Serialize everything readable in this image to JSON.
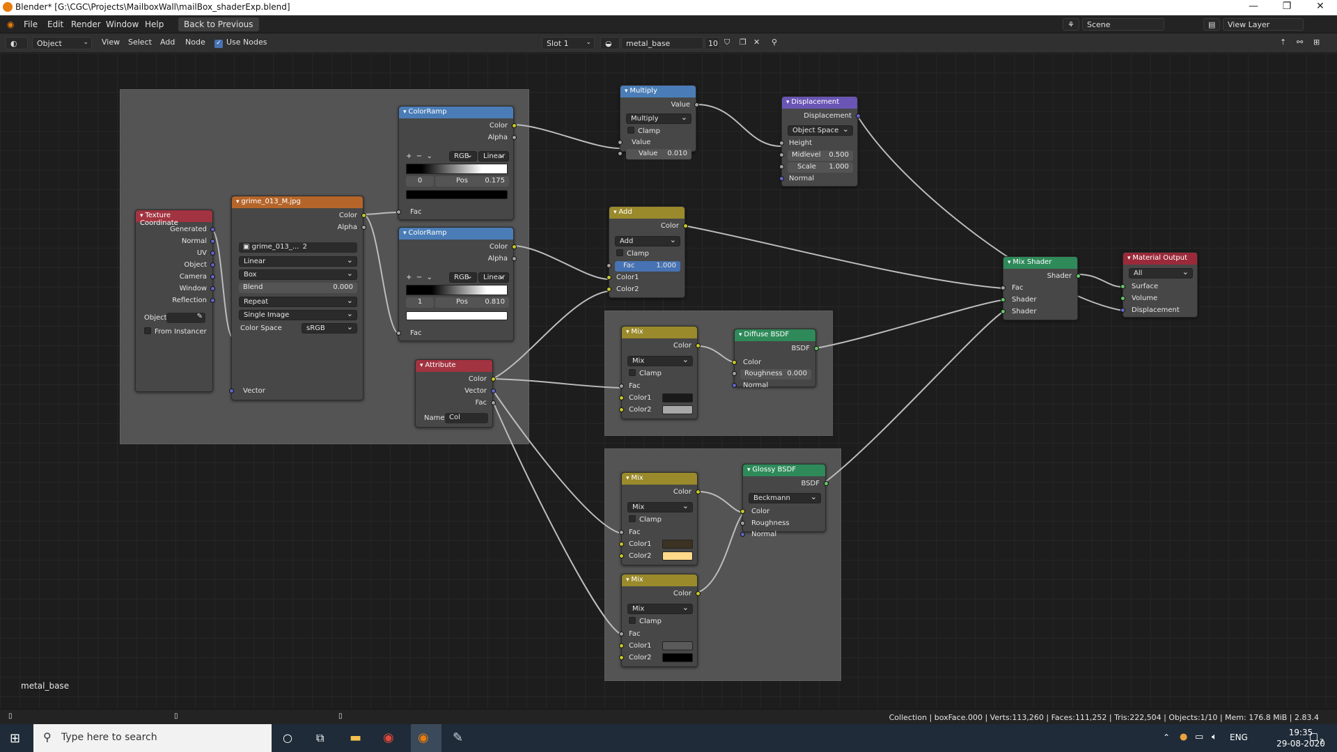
{
  "window": {
    "title": "Blender* [G:\\CGC\\Projects\\MailboxWall\\mailBox_shaderExp.blend]"
  },
  "menu": {
    "items": [
      "File",
      "Edit",
      "Render",
      "Window",
      "Help"
    ],
    "back": "Back to Previous",
    "scene": "Scene",
    "view_layer": "View Layer"
  },
  "toolbar": {
    "mode": "Object",
    "view": "View",
    "select": "Select",
    "add": "Add",
    "node": "Node",
    "use_nodes": "Use Nodes",
    "slot": "Slot 1",
    "material": "metal_base",
    "users": "10"
  },
  "nodes": {
    "texcoord": {
      "title": "Texture Coordinate",
      "outputs": [
        "Generated",
        "Normal",
        "UV",
        "Object",
        "Camera",
        "Window",
        "Reflection"
      ],
      "object_label": "Object:",
      "from_instancer": "From Instancer"
    },
    "image": {
      "title": "grime_013_M.jpg",
      "out_color": "Color",
      "out_alpha": "Alpha",
      "image_name": "grime_013_...",
      "users": "2",
      "interp": "Linear",
      "proj": "Box",
      "blend_label": "Blend",
      "blend_value": "0.000",
      "ext": "Repeat",
      "source": "Single Image",
      "cs_label": "Color Space",
      "cs_value": "sRGB",
      "in_vector": "Vector"
    },
    "ramp1": {
      "title": "ColorRamp",
      "out_color": "Color",
      "out_alpha": "Alpha",
      "mode": "RGB",
      "interp": "Linear",
      "index": "0",
      "pos_label": "Pos",
      "pos_value": "0.175",
      "in_fac": "Fac",
      "swatch": "#000000"
    },
    "ramp2": {
      "title": "ColorRamp",
      "out_color": "Color",
      "out_alpha": "Alpha",
      "mode": "RGB",
      "interp": "Linear",
      "index": "1",
      "pos_label": "Pos",
      "pos_value": "0.810",
      "in_fac": "Fac",
      "swatch": "#ffffff"
    },
    "attribute": {
      "title": "Attribute",
      "outputs": [
        "Color",
        "Vector",
        "Fac"
      ],
      "name_label": "Name:",
      "name_value": "Col"
    },
    "multiply": {
      "title": "Multiply",
      "out": "Value",
      "op": "Multiply",
      "clamp": "Clamp",
      "in_value": "Value",
      "val_label": "Value",
      "val_value": "0.010"
    },
    "displacement": {
      "title": "Displacement",
      "out": "Displacement",
      "space": "Object Space",
      "height": "Height",
      "mid_label": "Midlevel",
      "mid_value": "0.500",
      "scale_label": "Scale",
      "scale_value": "1.000",
      "normal": "Normal"
    },
    "add": {
      "title": "Add",
      "out": "Color",
      "op": "Add",
      "clamp": "Clamp",
      "fac_label": "Fac",
      "fac_value": "1.000",
      "c1": "Color1",
      "c2": "Color2"
    },
    "mix1": {
      "title": "Mix",
      "out": "Color",
      "op": "Mix",
      "clamp": "Clamp",
      "fac": "Fac",
      "c1": "Color1",
      "c2": "Color2",
      "c1_color": "#1a1a1a",
      "c2_color": "#a8a8a8"
    },
    "diffuse": {
      "title": "Diffuse BSDF",
      "out": "BSDF",
      "color": "Color",
      "rough_label": "Roughness",
      "rough_value": "0.000",
      "normal": "Normal"
    },
    "mix2": {
      "title": "Mix",
      "out": "Color",
      "op": "Mix",
      "clamp": "Clamp",
      "fac": "Fac",
      "c1": "Color1",
      "c2": "Color2",
      "c1_color": "#3b3222",
      "c2_color": "#ffd98a"
    },
    "mix3": {
      "title": "Mix",
      "out": "Color",
      "op": "Mix",
      "clamp": "Clamp",
      "fac": "Fac",
      "c1": "Color1",
      "c2": "Color2",
      "c1_color": "#5a5a5a",
      "c2_color": "#000000"
    },
    "glossy": {
      "title": "Glossy BSDF",
      "out": "BSDF",
      "dist": "Beckmann",
      "color": "Color",
      "roughness": "Roughness",
      "normal": "Normal"
    },
    "mixshader": {
      "title": "Mix Shader",
      "out": "Shader",
      "fac": "Fac",
      "s1": "Shader",
      "s2": "Shader"
    },
    "output": {
      "title": "Material Output",
      "target": "All",
      "surface": "Surface",
      "volume": "Volume",
      "displacement": "Displacement"
    }
  },
  "editor": {
    "material_label": "metal_base"
  },
  "status": {
    "text": "Collection | boxFace.000 | Verts:113,260 | Faces:111,252 | Tris:222,504 | Objects:1/10 | Mem: 176.8 MiB | 2.83.4"
  },
  "taskbar": {
    "search": "Type here to search",
    "lang": "ENG",
    "time": "19:35",
    "date": "29-08-2020",
    "notif": "2"
  }
}
